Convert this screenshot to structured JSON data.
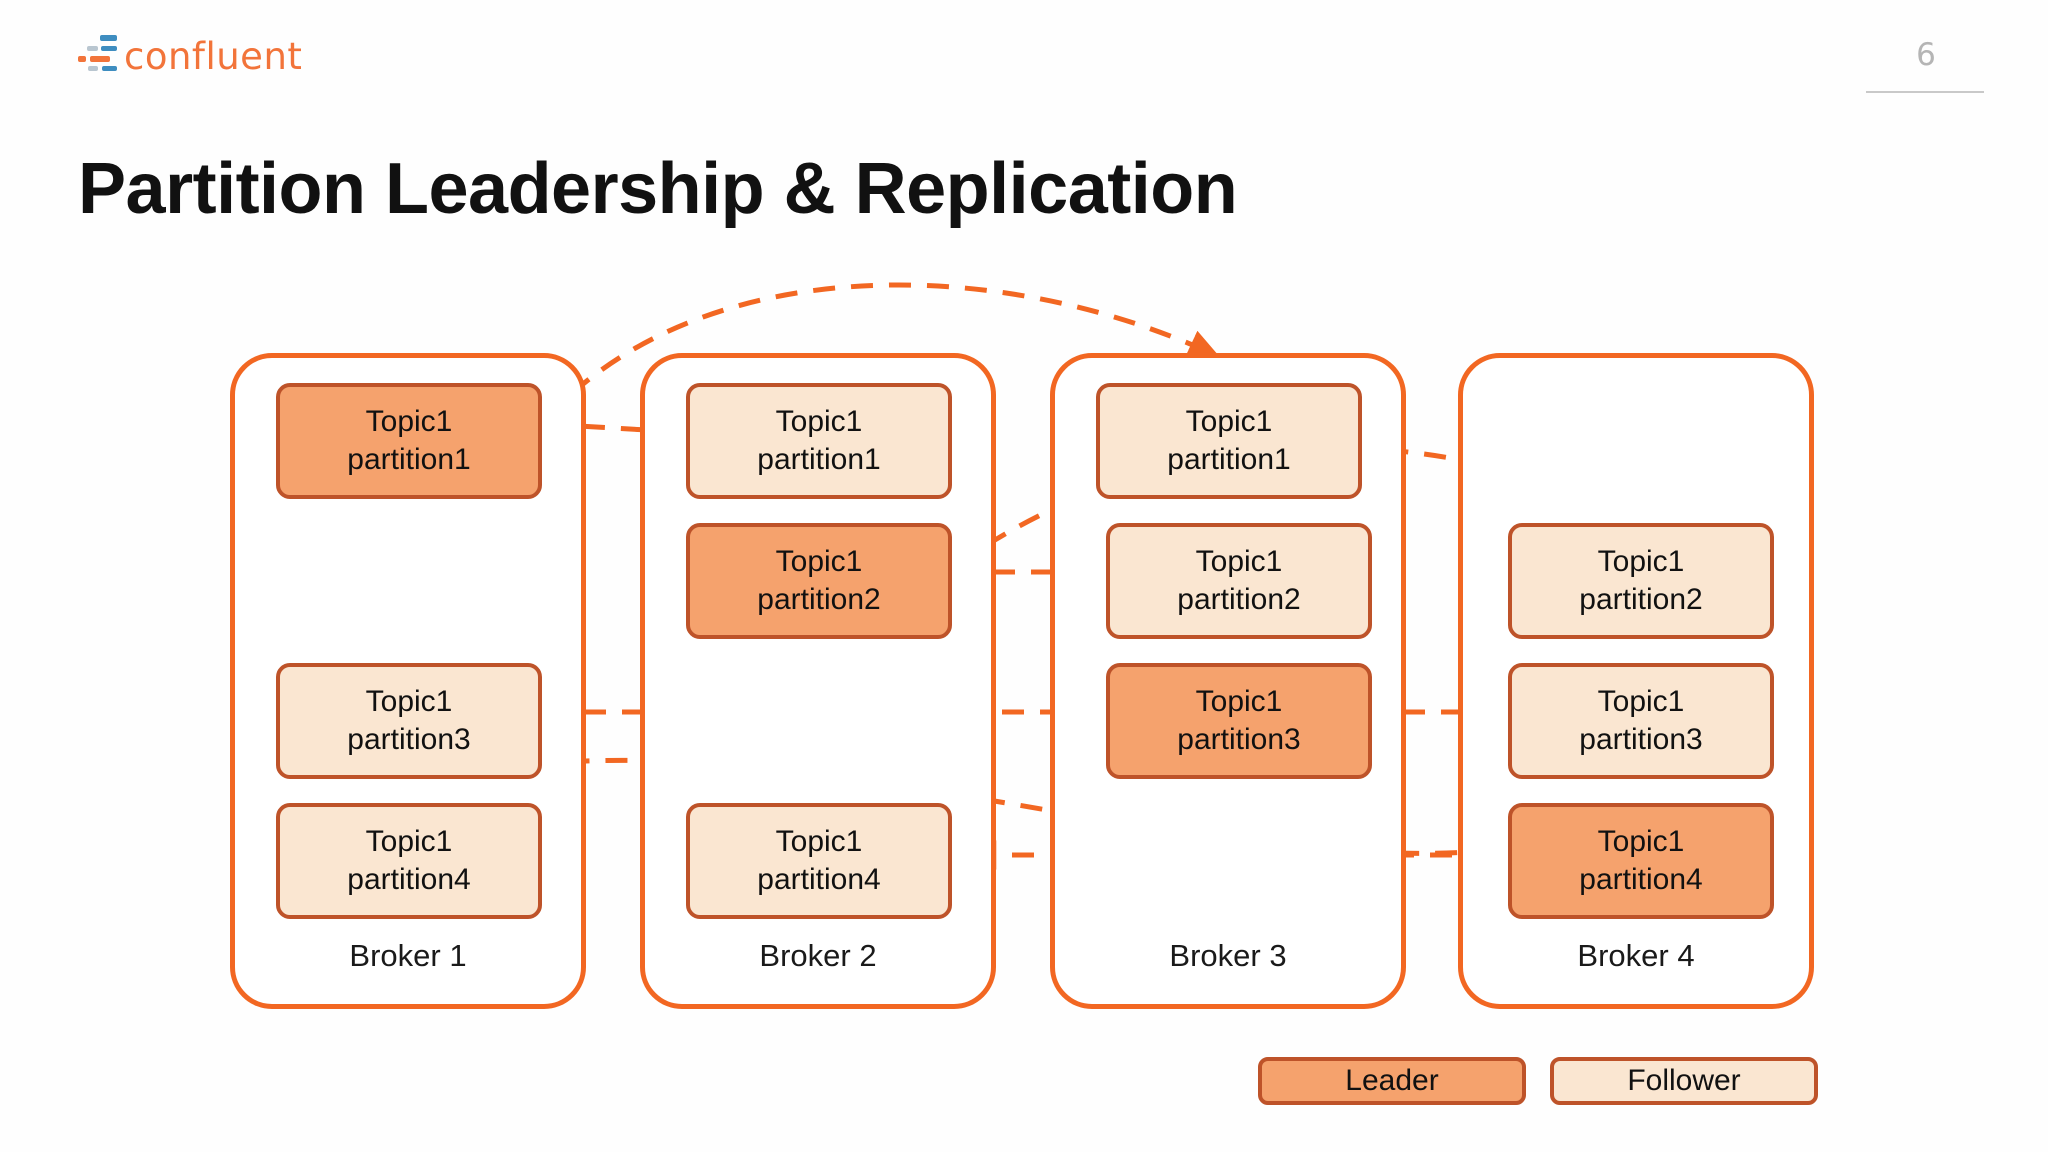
{
  "header": {
    "logo_text": "confluent",
    "logo_icon": "confluent-logo-mark",
    "page_number": "6"
  },
  "title": "Partition Leadership & Replication",
  "colors": {
    "brand_orange": "#F26722",
    "leader_fill": "#F5A26D",
    "follower_fill": "#FAE6D1",
    "partition_border": "#BE5329",
    "logo_blue": "#3E8DC0",
    "logo_orange": "#F2743A",
    "page_number_gray": "#B5B5B5"
  },
  "diagram": {
    "type": "kafka-partition-replication",
    "brokers": [
      {
        "id": "broker-1",
        "label": "Broker 1",
        "partitions": [
          {
            "topic": "Topic1",
            "partition": "partition1",
            "role": "leader"
          },
          {
            "topic": "Topic1",
            "partition": "partition3",
            "role": "follower"
          },
          {
            "topic": "Topic1",
            "partition": "partition4",
            "role": "follower"
          }
        ]
      },
      {
        "id": "broker-2",
        "label": "Broker 2",
        "partitions": [
          {
            "topic": "Topic1",
            "partition": "partition1",
            "role": "follower"
          },
          {
            "topic": "Topic1",
            "partition": "partition2",
            "role": "leader"
          },
          {
            "topic": "Topic1",
            "partition": "partition4",
            "role": "follower"
          }
        ]
      },
      {
        "id": "broker-3",
        "label": "Broker 3",
        "partitions": [
          {
            "topic": "Topic1",
            "partition": "partition1",
            "role": "follower"
          },
          {
            "topic": "Topic1",
            "partition": "partition2",
            "role": "follower"
          },
          {
            "topic": "Topic1",
            "partition": "partition3",
            "role": "leader"
          }
        ]
      },
      {
        "id": "broker-4",
        "label": "Broker 4",
        "partitions": [
          {
            "topic": "Topic1",
            "partition": "partition2",
            "role": "follower"
          },
          {
            "topic": "Topic1",
            "partition": "partition3",
            "role": "follower"
          },
          {
            "topic": "Topic1",
            "partition": "partition4",
            "role": "leader"
          }
        ]
      }
    ],
    "replication_flows": [
      {
        "from": "broker-1 partition1",
        "to": "broker-2 partition1",
        "style": "dashed"
      },
      {
        "from": "broker-1 partition1",
        "to": "broker-3 partition1",
        "style": "dashed-curved"
      },
      {
        "from": "broker-2 partition2",
        "to": "broker-3 partition2",
        "style": "dashed"
      },
      {
        "from": "broker-2 partition2",
        "to": "broker-4 partition2",
        "style": "dashed-curved"
      },
      {
        "from": "broker-3 partition3",
        "to": "broker-4 partition3",
        "style": "dashed"
      },
      {
        "from": "broker-3 partition3",
        "to": "broker-1 partition3",
        "style": "dashed"
      },
      {
        "from": "broker-4 partition4",
        "to": "broker-2 partition4",
        "style": "dashed"
      },
      {
        "from": "broker-4 partition4",
        "to": "broker-1 partition4",
        "style": "dashed-curved"
      }
    ]
  },
  "legend": {
    "items": [
      {
        "label": "Leader",
        "role": "leader"
      },
      {
        "label": "Follower",
        "role": "follower"
      }
    ]
  }
}
